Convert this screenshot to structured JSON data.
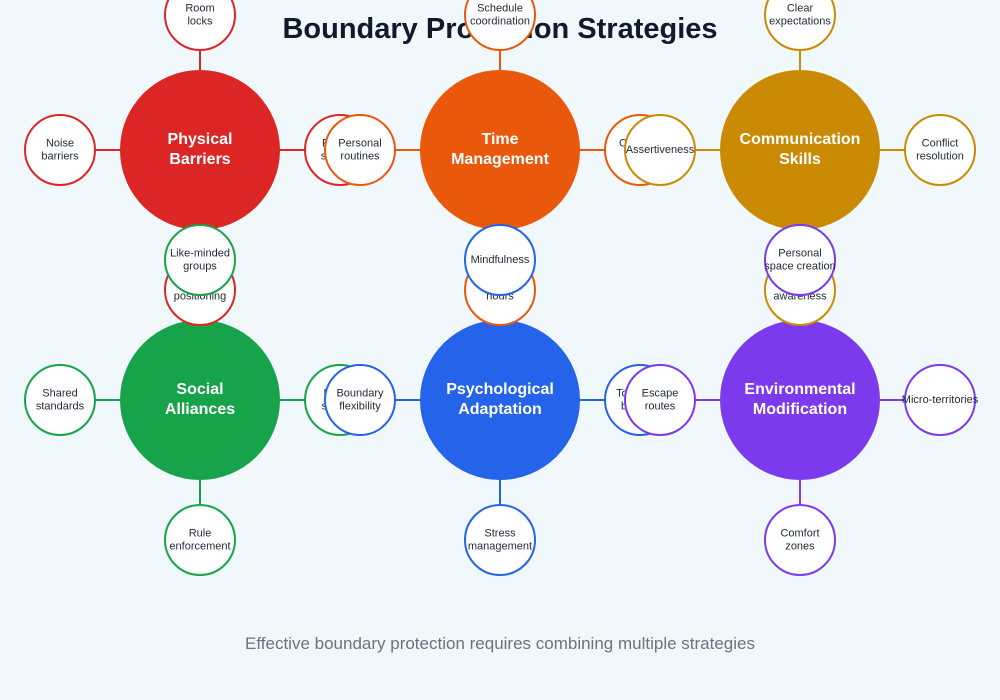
{
  "title": "Boundary Protection Strategies",
  "footer": "Effective boundary protection requires combining multiple strategies",
  "hubs": [
    {
      "label": "Physical\nBarriers",
      "color": "#dc2626",
      "leaves": [
        "Room\nlocks",
        "Noise\nbarriers",
        "Privacy\nscreens",
        "Furniture\npositioning"
      ]
    },
    {
      "label": "Time\nManagement",
      "color": "#ea580c",
      "leaves": [
        "Schedule\ncoordination",
        "Personal\nroutines",
        "Off-peak\nusage",
        "Quiet\nhours"
      ]
    },
    {
      "label": "Communication\nSkills",
      "color": "#ca8a04",
      "leaves": [
        "Clear\nexpectations",
        "Assertiveness",
        "Conflict\nresolution",
        "Cultural\nawareness"
      ]
    },
    {
      "label": "Social\nAlliances",
      "color": "#16a34a",
      "leaves": [
        "Like-minded\ngroups",
        "Shared\nstandards",
        "Mutual\nsupport",
        "Rule\nenforcement"
      ]
    },
    {
      "label": "Psychological\nAdaptation",
      "color": "#2563eb",
      "leaves": [
        "Mindfulness",
        "Boundary\nflexibility",
        "Tolerance\nbuilding",
        "Stress\nmanagement"
      ]
    },
    {
      "label": "Environmental\nModification",
      "color": "#7c3aed",
      "leaves": [
        "Personal\nspace creation",
        "Escape\nroutes",
        "Micro-territories",
        "Comfort\nzones"
      ]
    }
  ]
}
